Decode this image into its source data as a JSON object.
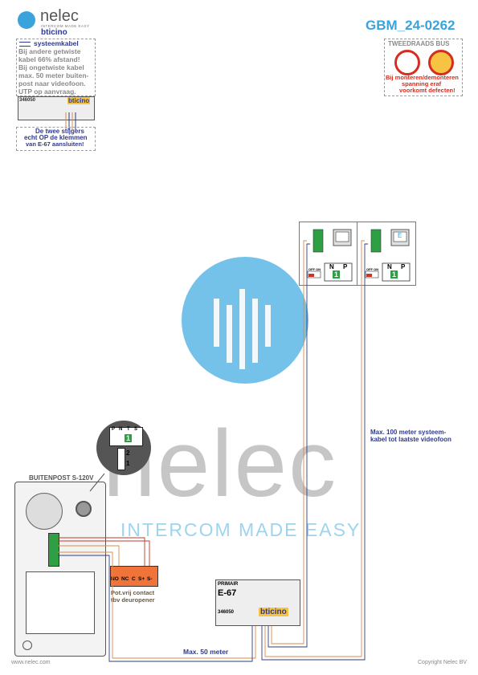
{
  "header": {
    "brand": "nelec",
    "brand_tagline": "INTERCOM MADE EASY",
    "brand_sub": "bticino",
    "doc_code": "GBM_24-0262"
  },
  "cable_note": {
    "title": "systeemkabel",
    "lines": [
      "Bij andere getwiste",
      "kabel 66% afstand!",
      "Bij ongetwiste kabel",
      "max. 50 meter buiten-",
      "post naar videofoon.",
      "UTP op aanvraag."
    ]
  },
  "top_module": {
    "code": "346050",
    "brand": "bticino"
  },
  "riser_note": {
    "lines": [
      "De twee stijgers",
      "echt OP de klemmen",
      "van E-67 aansluiten!"
    ]
  },
  "warning": {
    "title": "TWEEDRAADS BUS",
    "lines": [
      "Bij monteren/demonteren",
      "spanning eraf",
      "voorkomt defecten!"
    ]
  },
  "videophones": [
    {
      "n_label": "N",
      "p_label": "P",
      "switch_label": "OFF ON",
      "value": "1"
    },
    {
      "n_label": "N",
      "p_label": "P",
      "switch_label": "OFF ON",
      "value": "1",
      "screen": "E"
    }
  ],
  "zoom_panel": {
    "labels": [
      "P",
      "N",
      "T",
      "S"
    ],
    "value": "1",
    "switch_top": "2",
    "switch_bottom": "1"
  },
  "outdoor_station": {
    "title": "BUITENPOST S-120V"
  },
  "relay": {
    "terminals": [
      "NO",
      "NC",
      "C",
      "S+",
      "S-"
    ],
    "caption": [
      "Pot.vrij contact",
      "tbv deuropener"
    ]
  },
  "e67": {
    "primary": "PRIMAIR",
    "name": "E-67",
    "code": "346050",
    "brand": "bticino"
  },
  "distance_notes": {
    "max100": [
      "Max. 100 meter systeem-",
      "kabel tot laatste videofoon"
    ],
    "max50": "Max. 50 meter"
  },
  "watermark": {
    "word": "nelec",
    "tagline": "INTERCOM MADE EASY"
  },
  "footer": {
    "left": "www.nelec.com",
    "right": "Copyright Nelec BV"
  },
  "colors": {
    "brand_blue": "#2f3a8f",
    "watermark_blue": "#3aa3dc",
    "wire_orange": "#d98c4a",
    "wire_red": "#c0392b",
    "warning_red": "#d62d20",
    "relay_orange": "#f0743a",
    "terminal_green": "#2ea043"
  }
}
